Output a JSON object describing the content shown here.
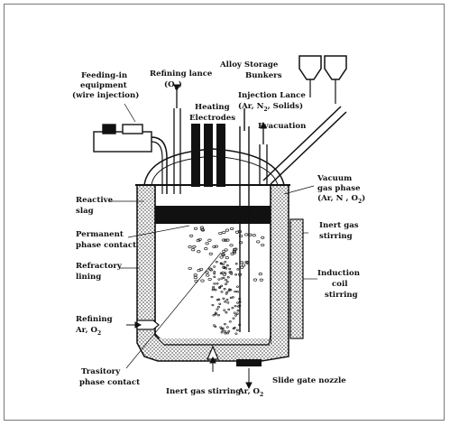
{
  "diagram": {
    "labels": {
      "feeding_line1": "Feeding-in",
      "feeding_line2": "equipment",
      "feeding_line3": "(wire injection)",
      "refining_lance_line1": "Refining lance",
      "refining_lance_line2": "(O",
      "refining_lance_sub": "2",
      "refining_lance_close": ")",
      "alloy_line1": "Alloy Storage",
      "alloy_line2": "Bunkers",
      "injection_line1": "Injection Lance",
      "injection_line2": "(Ar, N",
      "injection_sub": "2",
      "injection_line2b": ", Solids)",
      "heating_line1": "Heating",
      "heating_line2": "Electrodes",
      "evacuation": "Evacuation",
      "vacuum_line1": "Vacuum",
      "vacuum_line2": "gas phase",
      "vacuum_line3": "(Ar, N , O",
      "vacuum_sub": "2",
      "vacuum_close": ")",
      "reactive_line1": "Reactive",
      "reactive_line2": "slag",
      "permanent_line1": "Permanent",
      "permanent_line2": "phase contact",
      "inert_top_line1": "Inert gas",
      "inert_top_line2": "stirring",
      "refractory_line1": "Refractory",
      "refractory_line2": "lining",
      "induction_line1": "Induction",
      "induction_line2": "coil",
      "induction_line3": "stirring",
      "refining_line1": "Refining",
      "refining_line2": "Ar, O",
      "refining_sub": "2",
      "trasitory_line1": "Trasitory",
      "trasitory_line2": "phase contact",
      "inert_bottom": "Inert gas stirring",
      "inert_bottom_line2": "Ar, O",
      "inert_bottom_sub": "2",
      "slide_gate": "Slide gate nozzle"
    }
  }
}
